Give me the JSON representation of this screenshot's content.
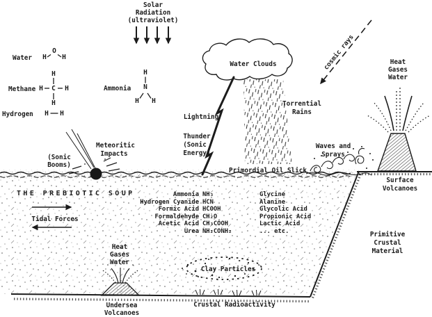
{
  "colors": {
    "ink": "#1a1a1a",
    "background": "#ffffff"
  },
  "atmosphere": {
    "solar_radiation": [
      "Solar",
      "Radiation",
      "(ultraviolet)"
    ],
    "water_clouds": "Water Clouds",
    "torrential_rains": [
      "Torrential",
      "Rains"
    ],
    "cosmic_rays": "cosmic rays",
    "lightning": "Lightning",
    "thunder": [
      "Thunder",
      "(Sonic",
      "Energy)"
    ]
  },
  "molecules": {
    "water": {
      "label": "Water",
      "atoms": [
        "H",
        "O",
        "H"
      ]
    },
    "methane": {
      "label": "Methane",
      "atoms": [
        "H",
        "H",
        "C",
        "H",
        "H"
      ]
    },
    "hydrogen": {
      "label": "Hydrogen",
      "atoms": [
        "H",
        "H"
      ]
    },
    "ammonia": {
      "label": "Ammonia",
      "atoms": [
        "H",
        "N",
        "H",
        "H"
      ]
    }
  },
  "surface": {
    "meteoritic_impacts": [
      "Meteoritic",
      "Impacts"
    ],
    "sonic_booms": [
      "(Sonic",
      "Booms)"
    ],
    "primordial_oil_slick": "Primordial Oil Slick",
    "waves_and_sprays": [
      "Waves and",
      "Sprays"
    ]
  },
  "soup": {
    "title": "THE PREBIOTIC SOUP",
    "tidal_forces": "Tidal Forces",
    "clay_particles": "Clay Particles",
    "chemicals": [
      {
        "name": "Ammonia",
        "formula": "NH₃",
        "product": "Glycine"
      },
      {
        "name": "Hydrogen Cyanide",
        "formula": "HCN",
        "product": "Alanine"
      },
      {
        "name": "Formic Acid",
        "formula": "HCOOH",
        "product": "Glycolic Acid"
      },
      {
        "name": "Formaldehyde",
        "formula": "CH₂O",
        "product": "Propionic Acid"
      },
      {
        "name": "Acetic Acid",
        "formula": "CH₃COOH",
        "product": "Lactic Acid"
      },
      {
        "name": "Urea",
        "formula": "NH₂CONH₂",
        "product": "... etc."
      }
    ]
  },
  "seafloor": {
    "undersea_volcano_emission": [
      "Heat",
      "Gases",
      "Water"
    ],
    "undersea_volcanoes": [
      "Undersea",
      "Volcanoes"
    ],
    "crustal_radioactivity": "Crustal Radioactivity"
  },
  "land": {
    "surface_volcano_emission": [
      "Heat",
      "Gases",
      "Water"
    ],
    "surface_volcanoes": [
      "Surface",
      "Volcanoes"
    ],
    "primitive_crustal_material": [
      "Primitive",
      "Crustal",
      "Material"
    ]
  }
}
